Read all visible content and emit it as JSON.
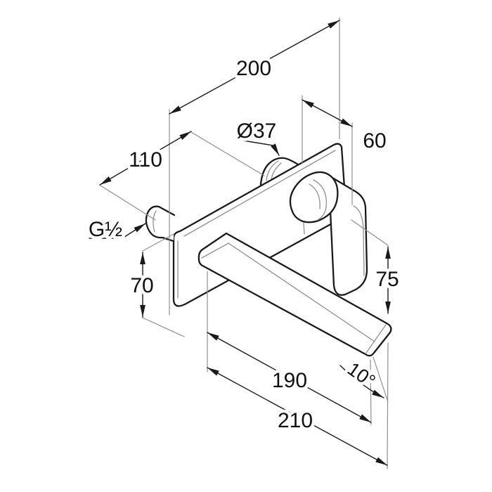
{
  "drawing": {
    "title": "wall-mounted single-lever basin mixer dimensional drawing",
    "type": "technical-line-drawing",
    "colors": {
      "outline": "#1a1a1a",
      "secondary_line": "#8f8f8f",
      "background": "#ffffff"
    },
    "labels": {
      "total_width": "200",
      "inlet_offset": "110",
      "rosette_diameter": "Ø37",
      "handle_projection": "60",
      "thread_size": "G½",
      "plate_height": "70",
      "spout_drop": "75",
      "spout_reach": "190",
      "spout_reach_total": "210",
      "outlet_angle": "10°"
    },
    "parts": [
      "wall-plate",
      "g-half-inlet-stub",
      "cartridge-dome",
      "lever-handle",
      "spout"
    ]
  }
}
